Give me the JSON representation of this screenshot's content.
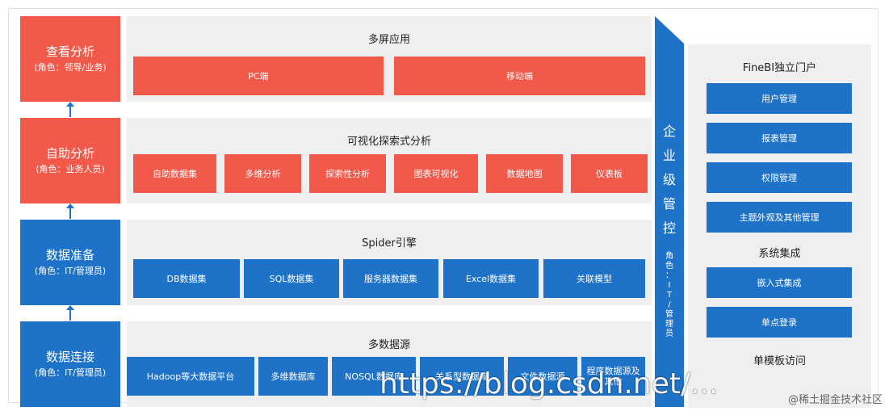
{
  "roles": [
    {
      "title": "查看分析",
      "subtitle": "(角色：领导/业务)"
    },
    {
      "title": "自助分析",
      "subtitle": "(角色：业务人员)"
    },
    {
      "title": "数据准备",
      "subtitle": "(角色：IT/管理员)"
    },
    {
      "title": "数据连接",
      "subtitle": "(角色：IT/管理员)"
    }
  ],
  "layers": [
    {
      "title": "多屏应用",
      "items": [
        "PC端",
        "移动端"
      ]
    },
    {
      "title": "可视化探索式分析",
      "items": [
        "自助数据集",
        "多维分析",
        "探索性分析",
        "图表可视化",
        "数据地图",
        "仪表板"
      ]
    },
    {
      "title": "Spider引擎",
      "items": [
        "DB数据集",
        "SQL数据集",
        "服务器数据集",
        "Excel数据集",
        "关联模型"
      ]
    },
    {
      "title": "多数据源",
      "items": [
        "Hadoop等大数据平台",
        "多维数据库",
        "NOSQL数据库",
        "关系型数据库",
        "文件数据源",
        "程序数据源及其他"
      ]
    }
  ],
  "enterprise": {
    "chars": [
      "企",
      "业",
      "级",
      "管",
      "控"
    ],
    "sub_chars": [
      "角",
      "色",
      "：",
      "I",
      "T",
      "/",
      "管",
      "理",
      "员"
    ]
  },
  "portal": {
    "title": "FineBI独立门户",
    "items": [
      "用户管理",
      "报表管理",
      "权限管理",
      "主题外观及其他管理"
    ],
    "section2_title": "系统集成",
    "section2_items": [
      "嵌入式集成",
      "单点登录"
    ],
    "section3_title": "单模板访问"
  },
  "watermark": "https://blog.csdn.net/...",
  "site_tag": "@稀土掘金技术社区",
  "colors": {
    "red": "#f15a4a",
    "blue": "#1e73c8",
    "panel": "#efefef"
  }
}
